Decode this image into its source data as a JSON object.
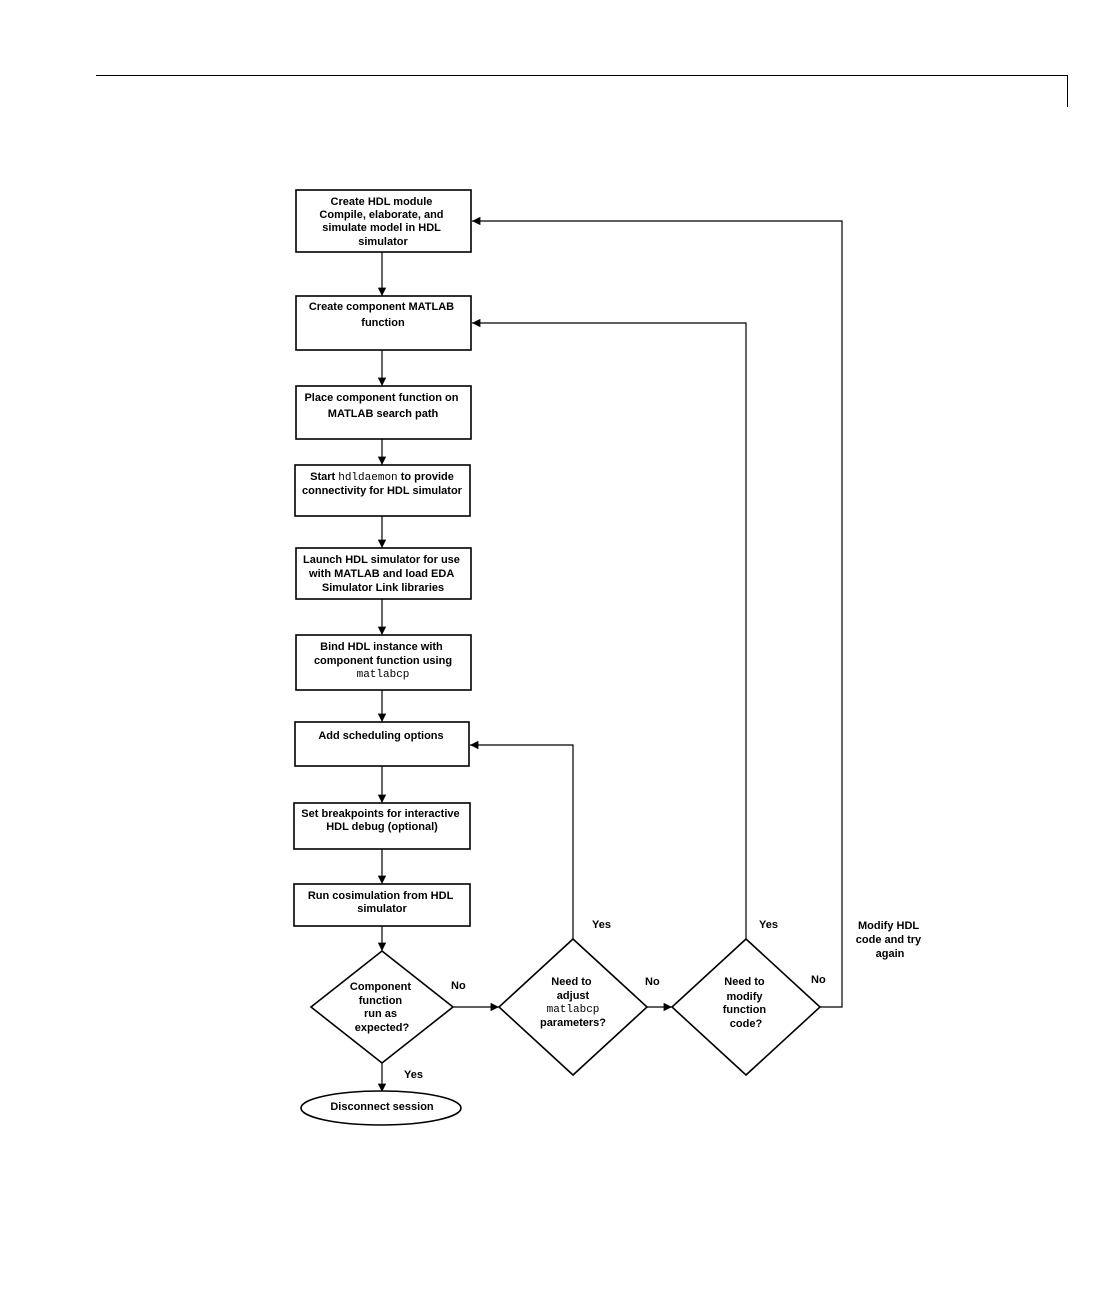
{
  "flowchart": {
    "steps": {
      "create_hdl_module": [
        "Create HDL module",
        "Compile, elaborate, and",
        "simulate model in HDL",
        "simulator"
      ],
      "create_component_function": [
        "Create component MATLAB",
        "function"
      ],
      "place_on_path": [
        "Place component function on",
        "MATLAB search path"
      ],
      "start_hdldaemon": {
        "prefix": "Start ",
        "code": "hdldaemon",
        "suffix": " to provide",
        "line2": "connectivity for HDL simulator"
      },
      "launch_simulator": [
        "Launch HDL simulator for use",
        "with MATLAB and load EDA",
        "Simulator Link libraries"
      ],
      "bind_instance": {
        "line1": "Bind HDL instance with",
        "line2": "component  function using",
        "code": "matlabcp"
      },
      "add_scheduling": [
        "Add scheduling options"
      ],
      "set_breakpoints": [
        "Set breakpoints for interactive",
        "HDL debug (optional)"
      ],
      "run_cosimulation": [
        "Run cosimulation from HDL",
        "simulator"
      ]
    },
    "decisions": {
      "ran_as_expected": [
        "Component",
        "function",
        "run as",
        "expected?"
      ],
      "adjust_params": {
        "line1": "Need to",
        "line2": "adjust",
        "code": "matlabcp",
        "line4": "parameters?"
      },
      "modify_code": [
        "Need to",
        "modify",
        "function",
        "code?"
      ]
    },
    "terminal": "Disconnect session",
    "edge_labels": {
      "no_1": "No",
      "yes_1": "Yes",
      "no_2": "No",
      "yes_2": "Yes",
      "no_3": "No",
      "yes_3": "Yes"
    },
    "note": [
      "Modify HDL",
      "code and try",
      "again"
    ]
  }
}
